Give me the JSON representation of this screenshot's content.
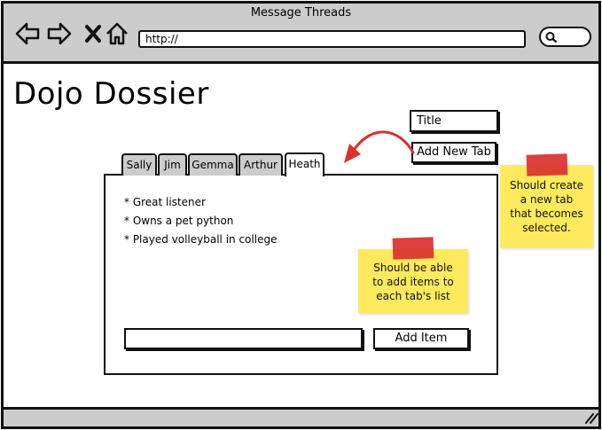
{
  "window": {
    "title": "Message Threads"
  },
  "browser": {
    "url": "http://"
  },
  "page": {
    "title": "Dojo Dossier"
  },
  "controls": {
    "title_field_value": "Title",
    "add_tab_label": "Add New Tab",
    "add_item_label": "Add Item",
    "item_input_value": ""
  },
  "tabs": [
    {
      "label": "Sally",
      "active": false
    },
    {
      "label": "Jim",
      "active": false
    },
    {
      "label": "Gemma",
      "active": false
    },
    {
      "label": "Arthur",
      "active": false
    },
    {
      "label": "Heath",
      "active": true
    }
  ],
  "list_items": [
    "* Great listener",
    "* Owns a pet python",
    "* Played volleyball in college"
  ],
  "notes": {
    "items_note": [
      "Should be able",
      "to add items to",
      "each tab's list"
    ],
    "tab_note": [
      "Should create",
      "a new tab",
      "that becomes",
      "selected."
    ]
  },
  "colors": {
    "chrome": "#cccccc",
    "sticky": "#ffe95c",
    "tape": "#d9312c",
    "arrow": "#d9312c"
  },
  "icons": [
    "back-arrow-icon",
    "forward-arrow-icon",
    "close-icon",
    "home-icon",
    "search-icon",
    "resize-grip-icon"
  ]
}
